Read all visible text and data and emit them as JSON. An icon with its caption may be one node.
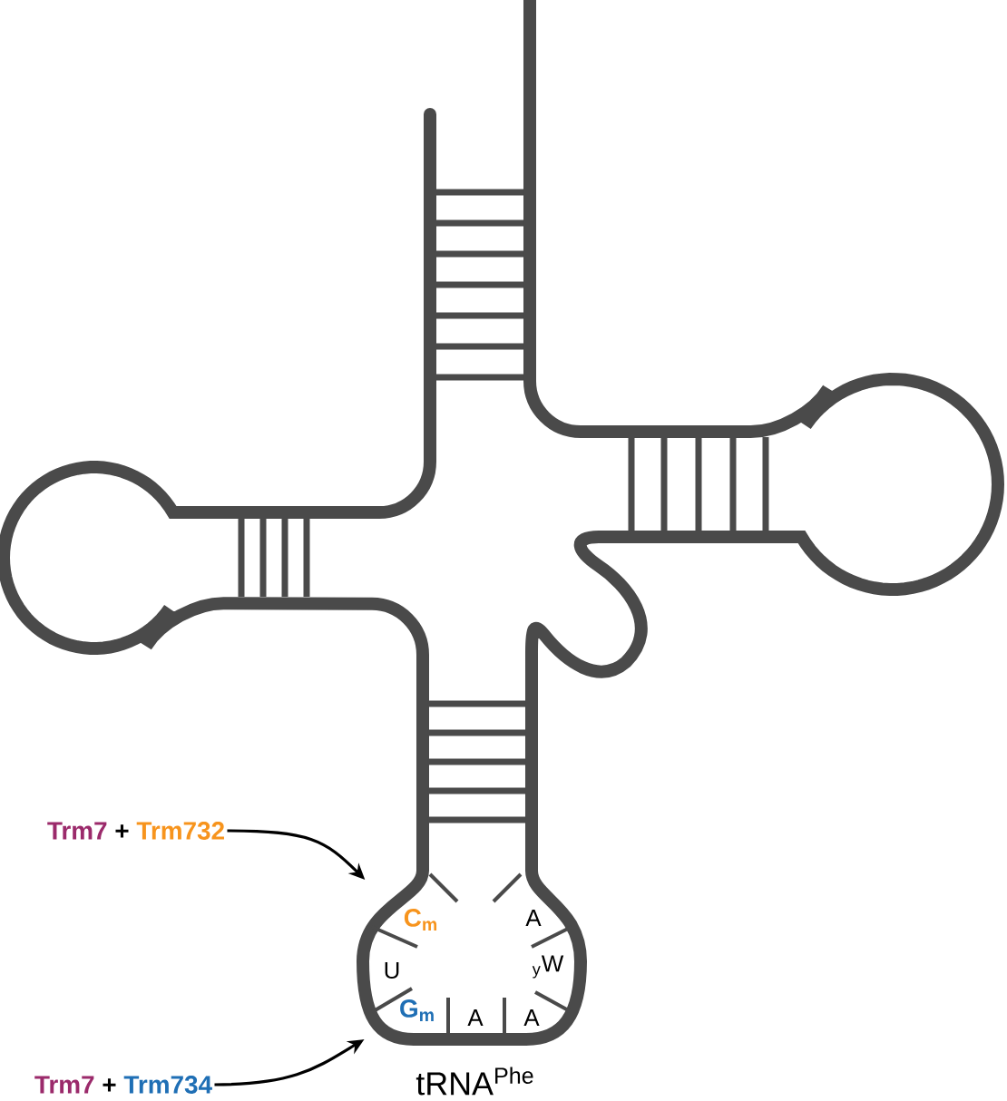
{
  "diagram": {
    "nodes": [
      {
        "text": [
          "Trm7",
          "+",
          "Trm732"
        ]
      },
      {
        "text": [
          "Trm7",
          "+",
          "Trm734"
        ]
      },
      {
        "text": [
          "C$_{m}$"
        ]
      },
      {
        "text": [
          "G$_{m}$"
        ]
      }
    ],
    "edges": [
      {
        "from": 0,
        "to": 2,
        "arrow": "to"
      },
      {
        "from": 1,
        "to": 3,
        "arrow": "to"
      }
    ],
    "labels": [
      "A",
      "U",
      "$_{y}$W",
      "A",
      "A",
      "tRNA$^{Phe}$"
    ]
  }
}
